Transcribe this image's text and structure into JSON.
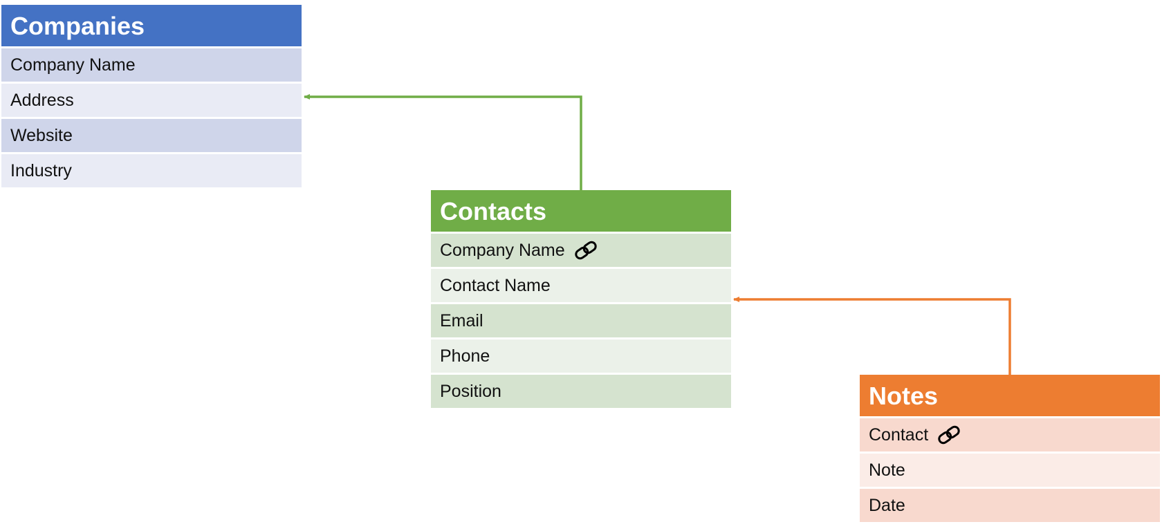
{
  "tables": {
    "companies": {
      "title": "Companies",
      "header_color": "#4472C4",
      "row_colors": [
        "#CFD5EA",
        "#E9EBF5"
      ],
      "fields": [
        "Company Name",
        "Address",
        "Website",
        "Industry"
      ]
    },
    "contacts": {
      "title": "Contacts",
      "header_color": "#70AD47",
      "row_colors": [
        "#D5E3CF",
        "#EBF1E9"
      ],
      "fields": [
        "Company Name",
        "Contact Name",
        "Email",
        "Phone",
        "Position"
      ],
      "linked_field_icon": "link-icon"
    },
    "notes": {
      "title": "Notes",
      "header_color": "#ED7D31",
      "row_colors": [
        "#F8D9CE",
        "#FBECE7"
      ],
      "fields": [
        "Contact",
        "Note",
        "Date"
      ],
      "linked_field_icon": "link-icon"
    }
  },
  "relationships": [
    {
      "from": "Contacts",
      "to": "Companies.Address",
      "color": "#70AD47"
    },
    {
      "from": "Notes",
      "to": "Contacts.Contact Name",
      "color": "#ED7D31"
    }
  ]
}
